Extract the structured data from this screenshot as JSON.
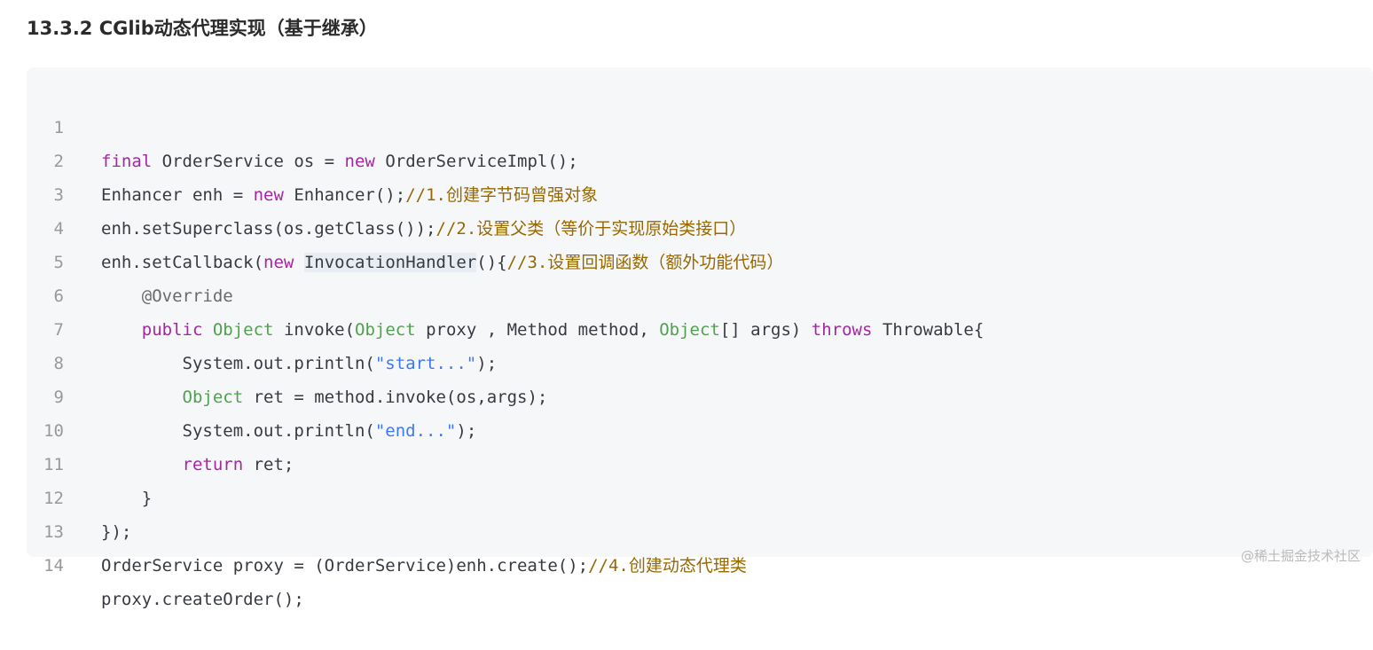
{
  "heading": "13.3.2 CGlib动态代理实现（基于继承）",
  "lines": [
    {
      "num": "1",
      "tokens": [
        "final",
        " OrderService os = ",
        "new",
        " OrderServiceImpl();"
      ]
    },
    {
      "num": "2",
      "tokens": [
        "Enhancer enh = ",
        "new",
        " Enhancer();",
        "//1.创建字节码曾强对象"
      ]
    },
    {
      "num": "3",
      "tokens": [
        "enh.setSuperclass(os.getClass());",
        "//2.设置父类（等价于实现原始类接口）"
      ]
    },
    {
      "num": "4",
      "tokens": [
        "enh.setCallback(",
        "new",
        " ",
        "InvocationHandler",
        "(){",
        "//3.设置回调函数（额外功能代码）"
      ]
    },
    {
      "num": "5",
      "tokens": [
        "    ",
        "@Override"
      ]
    },
    {
      "num": "6",
      "tokens": [
        "    ",
        "public",
        " ",
        "Object",
        " invoke(",
        "Object",
        " proxy , Method method, ",
        "Object",
        "[] args) ",
        "throws",
        " Throwable{"
      ]
    },
    {
      "num": "7",
      "tokens": [
        "        System.out.println(",
        "\"start...\"",
        ");"
      ]
    },
    {
      "num": "8",
      "tokens": [
        "        ",
        "Object",
        " ret = method.invoke(os,args);"
      ]
    },
    {
      "num": "9",
      "tokens": [
        "        System.out.println(",
        "\"end...\"",
        ");"
      ]
    },
    {
      "num": "10",
      "tokens": [
        "        ",
        "return",
        " ret;"
      ]
    },
    {
      "num": "11",
      "tokens": [
        "    }"
      ]
    },
    {
      "num": "12",
      "tokens": [
        "});"
      ]
    },
    {
      "num": "13",
      "tokens": [
        "OrderService proxy = (OrderService)enh.create();",
        "//4.创建动态代理类"
      ]
    },
    {
      "num": "14",
      "tokens": [
        "proxy.createOrder();"
      ]
    }
  ],
  "watermark": "@稀土掘金技术社区"
}
